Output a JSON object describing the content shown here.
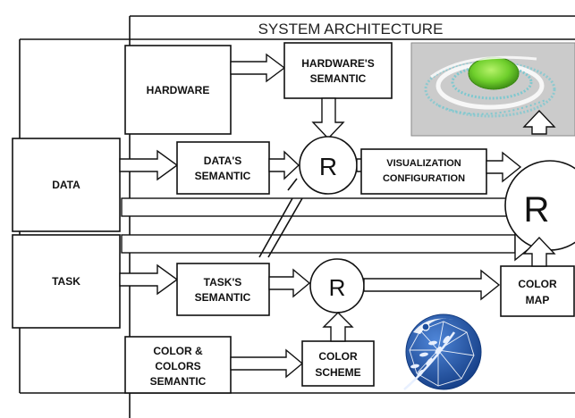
{
  "title": "SYSTEM ARCHITECTURE",
  "boxes": {
    "hardware": "HARDWARE",
    "hardware_semantic": [
      "HARDWARE'S",
      "SEMANTIC"
    ],
    "data": "DATA",
    "data_semantic": [
      "DATA'S",
      "SEMANTIC"
    ],
    "visualization_configuration": [
      "VISUALIZATION",
      "CONFIGURATION"
    ],
    "task": "TASK",
    "task_semantic": [
      "TASK'S",
      "SEMANTIC"
    ],
    "color_semantic": [
      "COLOR &",
      "COLORS",
      "SEMANTIC"
    ],
    "color_scheme": [
      "COLOR",
      "SCHEME"
    ],
    "color_map": [
      "COLOR",
      "MAP"
    ]
  },
  "nodes": {
    "r_top": "R",
    "r_mid": "R",
    "r_big": "R"
  },
  "images": {
    "visualization_render": "3d-point-cloud-render",
    "emblem_logo": "globe-wheat-emblem"
  },
  "colors": {
    "render_background": "#c8c8c8",
    "render_green": "#6fcf2c",
    "render_cyan": "#7ec8cf",
    "logo_blue": "#1d4f9e",
    "stroke": "#111111"
  }
}
